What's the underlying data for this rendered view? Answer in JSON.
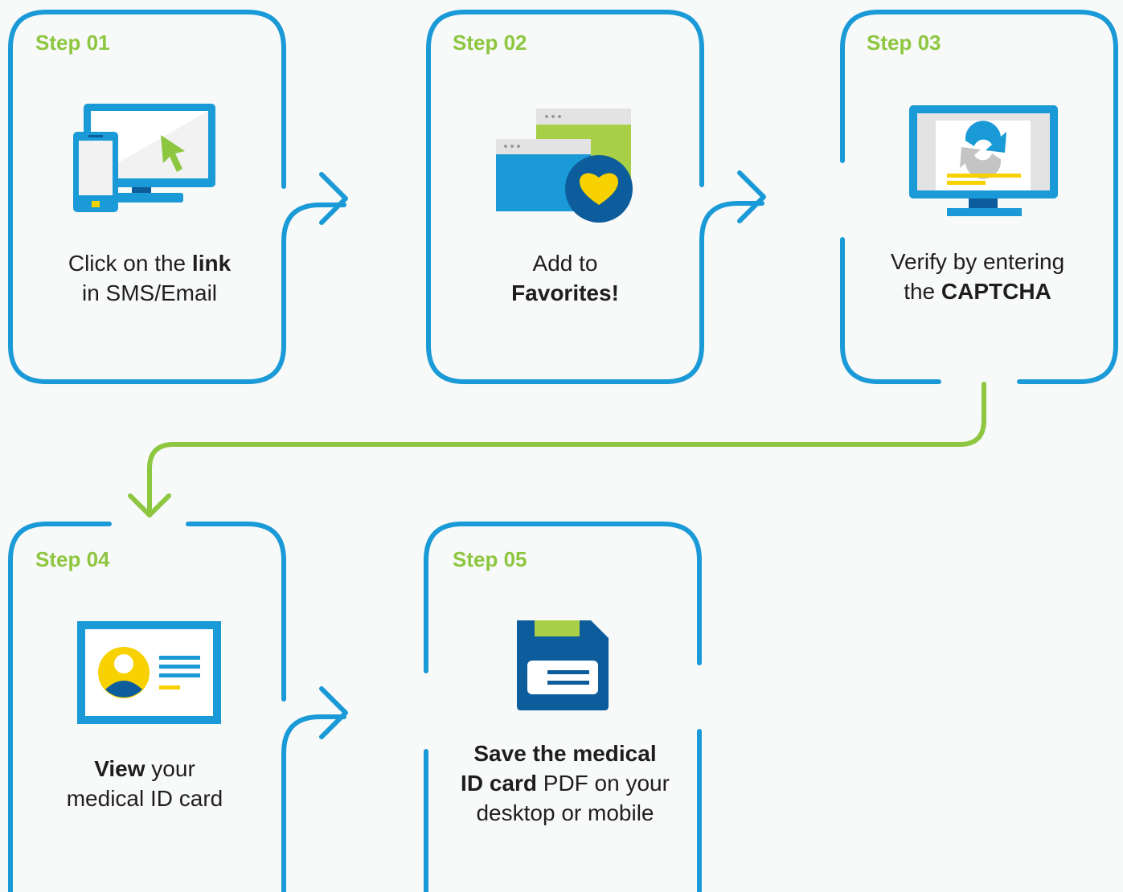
{
  "colors": {
    "blue": "#1a9ad6",
    "dark_blue": "#0d5c9b",
    "green": "#8dc63f",
    "yellow": "#f7d100",
    "gray": "#e3e3e3",
    "background": "#f8f9f9",
    "text": "#1e1e1e"
  },
  "steps": [
    {
      "title": "Step 01",
      "icon": "devices-click-icon",
      "caption": {
        "line1_pre": "Click on the ",
        "line1_bold": "link",
        "line2": "in SMS/Email"
      }
    },
    {
      "title": "Step 02",
      "icon": "browser-favorites-icon",
      "caption": {
        "line1": "Add to",
        "line2_bold": "Favorites!"
      }
    },
    {
      "title": "Step 03",
      "icon": "captcha-monitor-icon",
      "caption": {
        "line1": "Verify by entering",
        "line2_pre": "the ",
        "line2_bold": "CAPTCHA"
      }
    },
    {
      "title": "Step 04",
      "icon": "id-card-icon",
      "caption": {
        "line1_bold": "View",
        "line1_post": " your",
        "line2": "medical ID card"
      }
    },
    {
      "title": "Step 05",
      "icon": "floppy-disk-icon",
      "caption": {
        "line1_bold": "Save the medical",
        "line2_bold": "ID card",
        "line2_post": " PDF on your",
        "line3": "desktop or mobile"
      }
    }
  ]
}
